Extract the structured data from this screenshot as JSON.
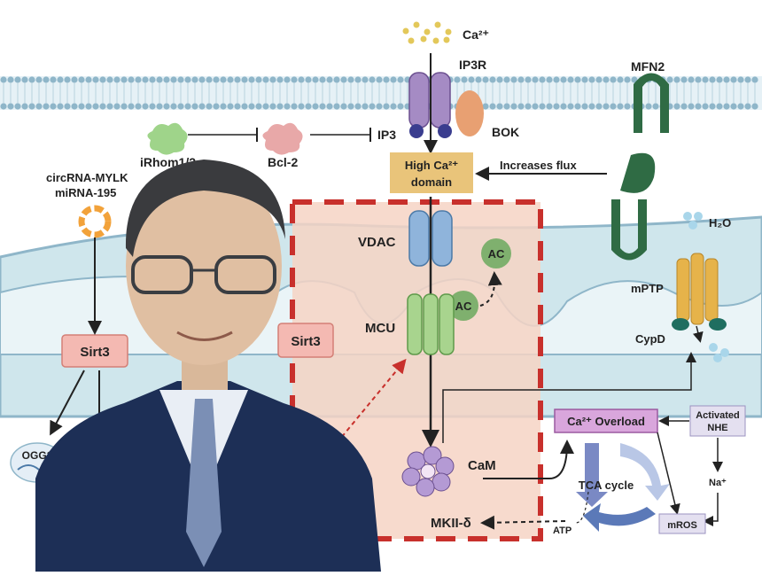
{
  "labels": {
    "ca_top": "Ca²⁺",
    "ip3r": "IP3R",
    "mfn2": "MFN2",
    "irhom": "iRhom1/2",
    "bcl2": "Bcl-2",
    "ip3": "IP3",
    "bok": "BOK",
    "high_ca_1": "High Ca²⁺",
    "high_ca_2": "domain",
    "increases_flux": "Increases flux",
    "circ_1": "circRNA-MYLK",
    "circ_2": "miRNA-195",
    "vdac": "VDAC",
    "ac_top": "AC",
    "ac_mid": "AC",
    "mcu": "MCU",
    "h2o": "H₂O",
    "mptp": "mPTP",
    "cypd": "CypD",
    "sirt3_left": "Sirt3",
    "sirt3_right": "Sirt3",
    "ogg1": "OGG1",
    "cam": "CaM",
    "camkii": "MKII-δ",
    "ca_overload": "Ca²⁺ Overload",
    "activated_1": "Activated",
    "activated_2": "NHE",
    "tca": "TCA cycle",
    "na": "Na⁺",
    "atp": "ATP",
    "mros": "mROS"
  },
  "colors": {
    "membrane": "#8fb6c9",
    "mito_fill": "#cfe6ec",
    "dashed_box_fill": "#f6d3c4",
    "dashed_box_stroke": "#c8302c",
    "sirt3_fill": "#f4b9b2",
    "overload_fill": "#d9a6dc",
    "activated_fill": "#e4e0f0",
    "high_ca_fill": "#e9c47a",
    "mfn2": "#2f6b44",
    "suit": "#1d2f56"
  }
}
